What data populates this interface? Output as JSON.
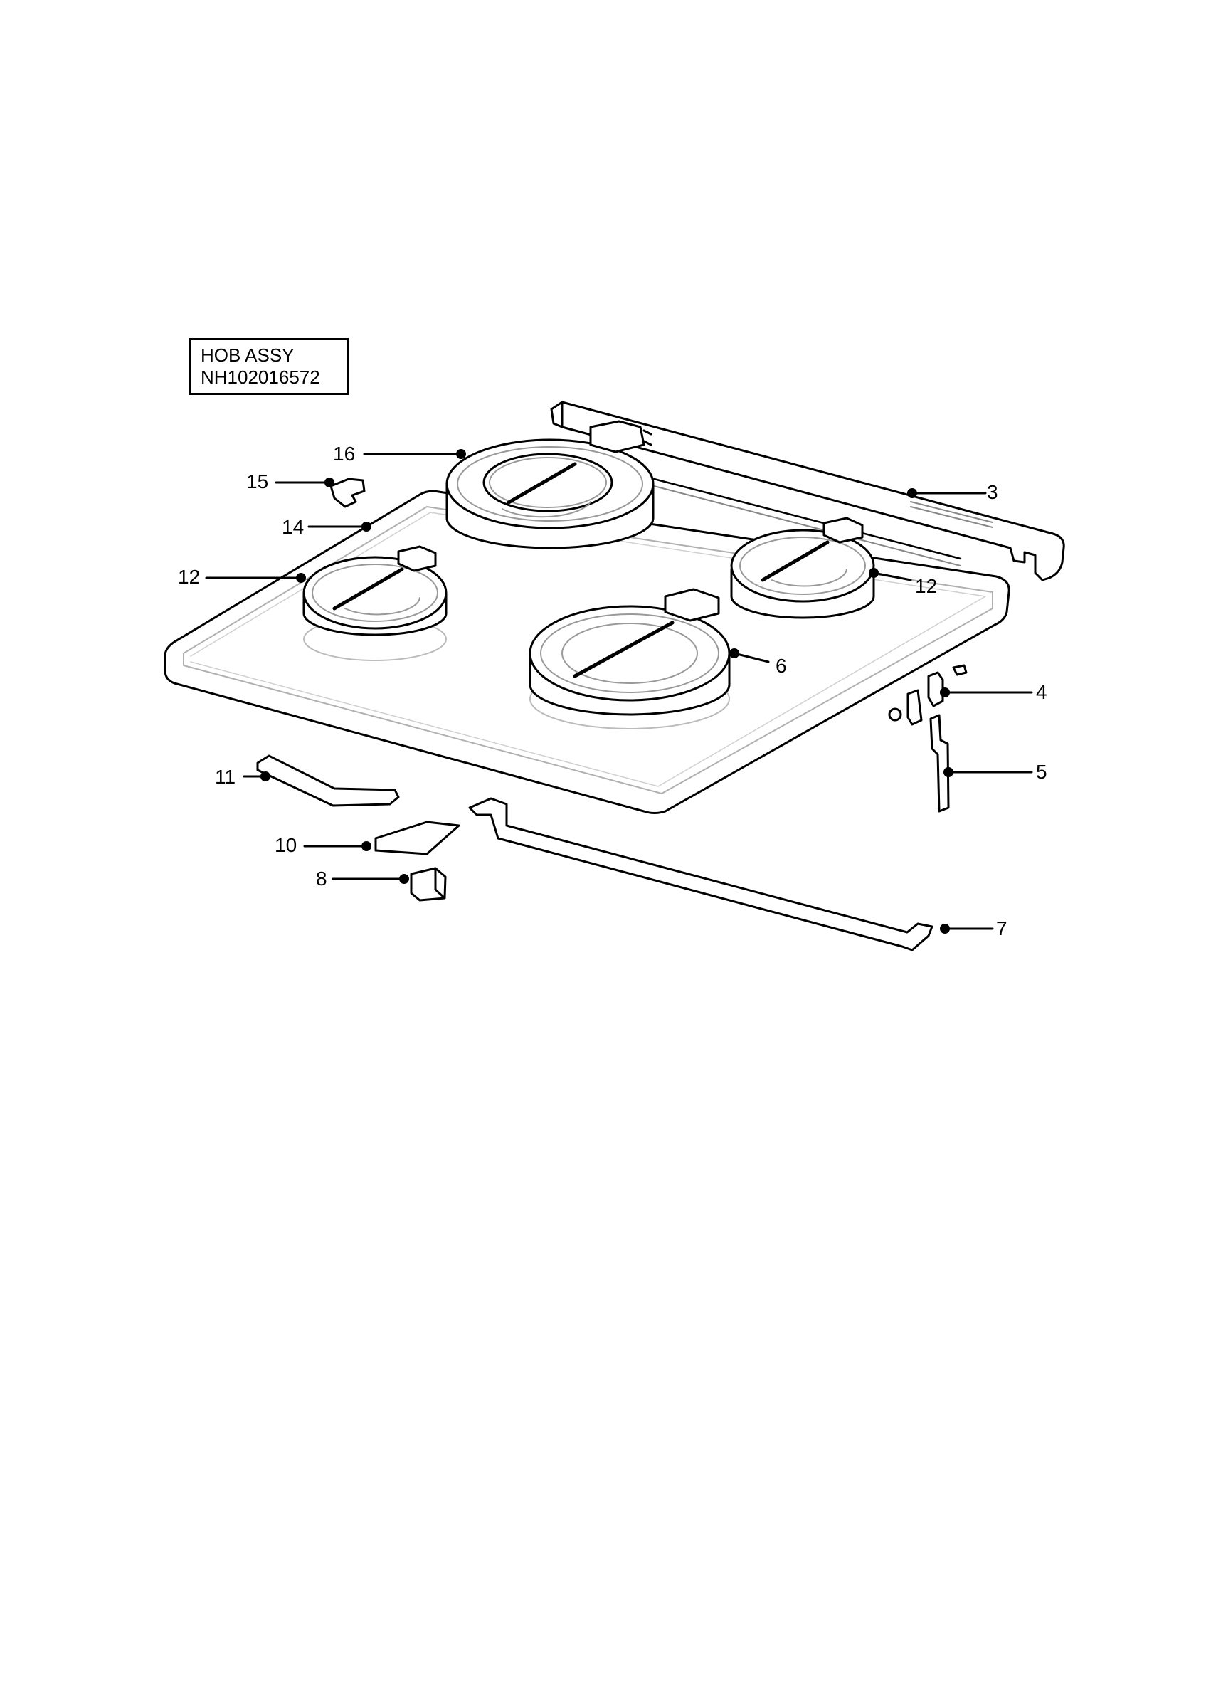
{
  "title_box": {
    "line1": "HOB ASSY",
    "line2": "NH102016572"
  },
  "callouts": [
    {
      "id": "c16",
      "label": "16"
    },
    {
      "id": "c15",
      "label": "15"
    },
    {
      "id": "c14",
      "label": "14"
    },
    {
      "id": "c12a",
      "label": "12"
    },
    {
      "id": "c3",
      "label": "3"
    },
    {
      "id": "c12b",
      "label": "12"
    },
    {
      "id": "c6",
      "label": "6"
    },
    {
      "id": "c4",
      "label": "4"
    },
    {
      "id": "c5",
      "label": "5"
    },
    {
      "id": "c11",
      "label": "11"
    },
    {
      "id": "c10",
      "label": "10"
    },
    {
      "id": "c8",
      "label": "8"
    },
    {
      "id": "c7",
      "label": "7"
    }
  ],
  "colors": {
    "line": "#000000",
    "light": "#b8b8b8",
    "paper": "#ffffff"
  }
}
